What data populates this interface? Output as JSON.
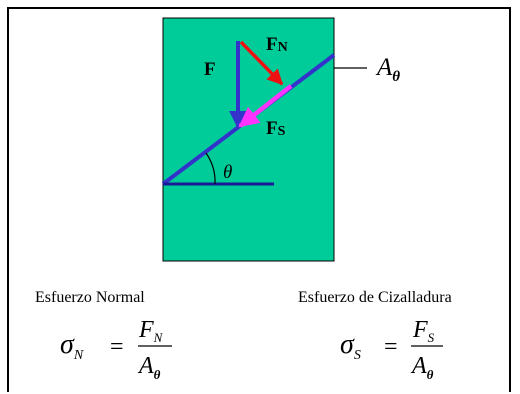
{
  "diagram": {
    "block_color": "#00cc99",
    "line_color": "#3333cc",
    "force_normal_color": "#ee1111",
    "force_shear_color": "#ff33ff",
    "labels": {
      "force": "F",
      "force_normal": "F",
      "force_normal_sub": "N",
      "force_shear": "F",
      "force_shear_sub": "S",
      "area": "A",
      "area_sub": "θ",
      "angle": "θ"
    }
  },
  "equations": {
    "normal": {
      "caption": "Esfuerzo Normal",
      "lhs": "σ",
      "lhs_sub": "N",
      "equals": "=",
      "num": "F",
      "num_sub": "N",
      "den": "A",
      "den_sub": "θ"
    },
    "shear": {
      "caption": "Esfuerzo de Cizalladura",
      "lhs": "σ",
      "lhs_sub": "S",
      "equals": "=",
      "num": "F",
      "num_sub": "S",
      "den": "A",
      "den_sub": "θ"
    }
  }
}
